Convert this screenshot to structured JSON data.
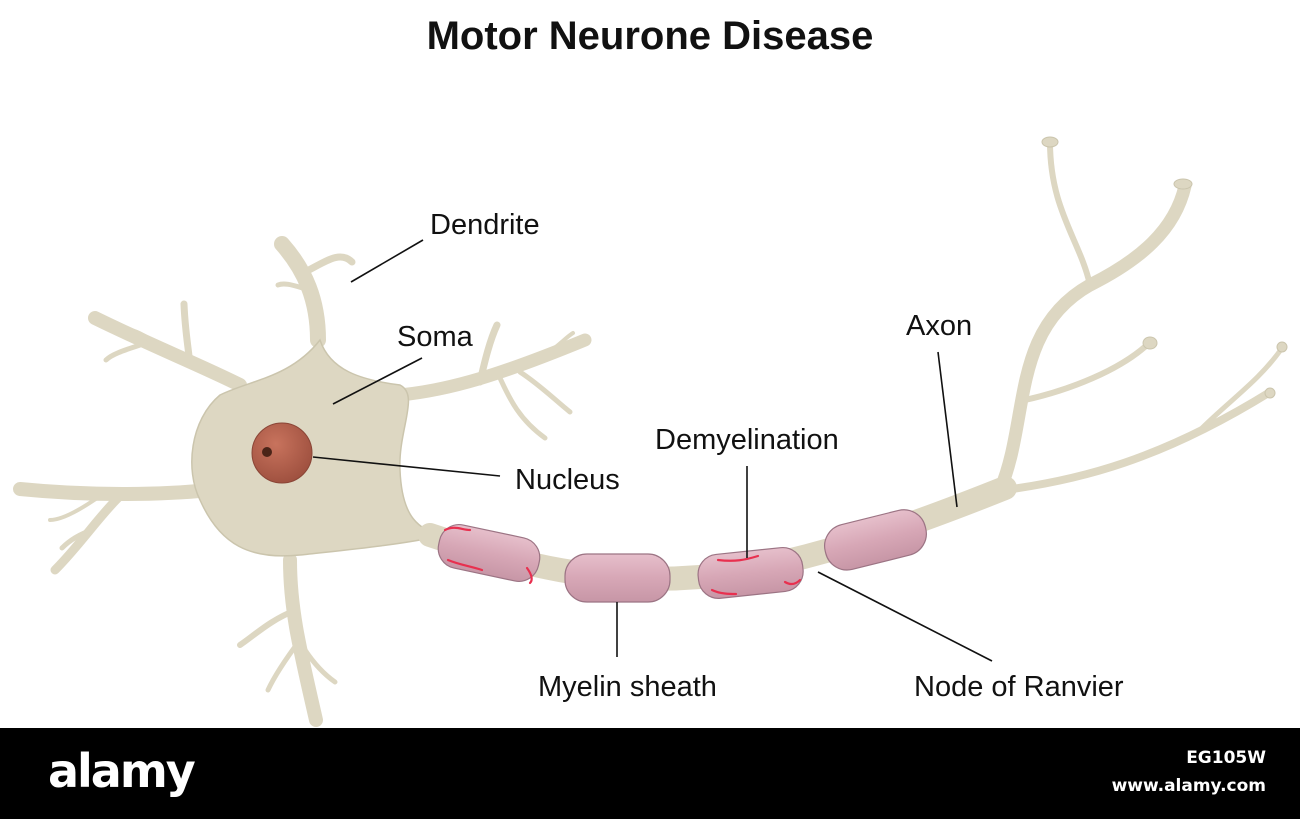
{
  "title": "Motor Neurone Disease",
  "labels": {
    "dendrite": "Dendrite",
    "soma": "Soma",
    "nucleus": "Nucleus",
    "axon": "Axon",
    "demyelination": "Demyelination",
    "myelin_sheath": "Myelin sheath",
    "node_of_ranvier": "Node of Ranvier"
  },
  "footer": {
    "logo": "alamy",
    "image_id": "EG105W",
    "site": "www.alamy.com"
  },
  "colors": {
    "cell_body": "#ddd7c2",
    "cell_outline": "#cbc5ad",
    "myelin": "#d9a9b8",
    "myelin_outline": "#9c7484",
    "nucleus": "#b2604d",
    "demyelination_mark": "#e8304f",
    "leader_line": "#111111",
    "footer": "#000000"
  }
}
